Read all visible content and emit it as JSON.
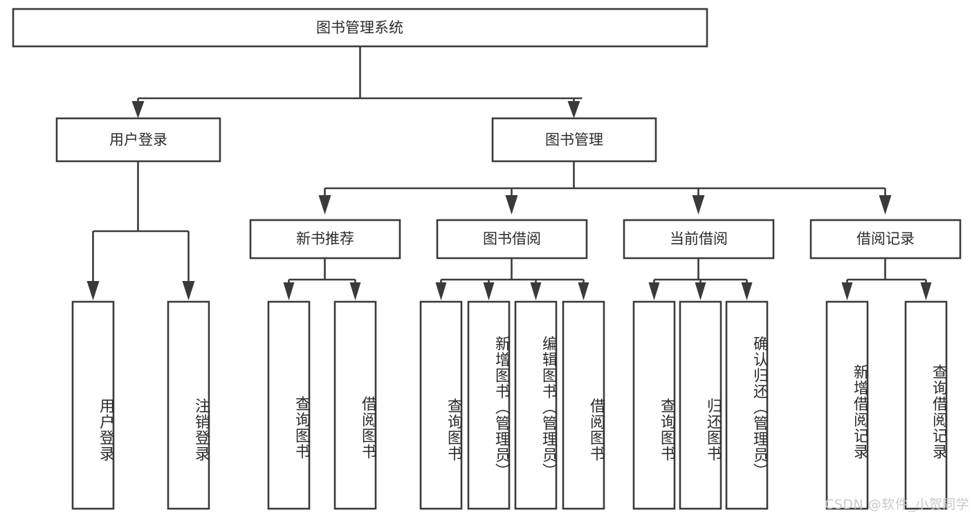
{
  "diagram": {
    "title": "图书管理系统",
    "type": "tree",
    "background_color": "#ffffff",
    "line_color": "#3a3a3a",
    "text_color": "#2b2b2b",
    "watermark": "CSDN @软件_小贺同学",
    "watermark_color": "#c9c9c9",
    "nodes": {
      "root": {
        "label": "图书管理系统",
        "orientation": "horizontal"
      },
      "level1": [
        {
          "id": "user-login",
          "label": "用户登录",
          "orientation": "horizontal"
        },
        {
          "id": "book-manage",
          "label": "图书管理",
          "orientation": "horizontal"
        }
      ],
      "level2": [
        {
          "id": "new-book-recommend",
          "label": "新书推荐",
          "orientation": "horizontal"
        },
        {
          "id": "book-borrow",
          "label": "图书借阅",
          "orientation": "horizontal"
        },
        {
          "id": "current-borrow",
          "label": "当前借阅",
          "orientation": "horizontal"
        },
        {
          "id": "borrow-record",
          "label": "借阅记录",
          "orientation": "horizontal"
        }
      ],
      "leaves": [
        {
          "id": "leaf-user-login",
          "label": "用户登录",
          "parent": "user-login",
          "orientation": "vertical"
        },
        {
          "id": "leaf-logout",
          "label": "注销登录",
          "parent": "user-login",
          "orientation": "vertical"
        },
        {
          "id": "leaf-query-book-1",
          "label": "查询图书",
          "parent": "new-book-recommend",
          "orientation": "vertical"
        },
        {
          "id": "leaf-borrow-book-1",
          "label": "借阅图书",
          "parent": "new-book-recommend",
          "orientation": "vertical"
        },
        {
          "id": "leaf-query-book-2",
          "label": "查询图书",
          "parent": "book-borrow",
          "orientation": "vertical"
        },
        {
          "id": "leaf-add-book",
          "label": "新增图书（管理员）",
          "parent": "book-borrow",
          "orientation": "vertical"
        },
        {
          "id": "leaf-edit-book",
          "label": "编辑图书（管理员）",
          "parent": "book-borrow",
          "orientation": "vertical"
        },
        {
          "id": "leaf-borrow-book-2",
          "label": "借阅图书",
          "parent": "book-borrow",
          "orientation": "vertical"
        },
        {
          "id": "leaf-query-book-3",
          "label": "查询图书",
          "parent": "current-borrow",
          "orientation": "vertical"
        },
        {
          "id": "leaf-return-book",
          "label": "归还图书",
          "parent": "current-borrow",
          "orientation": "vertical"
        },
        {
          "id": "leaf-confirm-return",
          "label": "确认归还（管理员）",
          "parent": "current-borrow",
          "orientation": "vertical"
        },
        {
          "id": "leaf-add-record",
          "label": "新增借阅记录",
          "parent": "borrow-record",
          "orientation": "vertical"
        },
        {
          "id": "leaf-query-record",
          "label": "查询借阅记录",
          "parent": "borrow-record",
          "orientation": "vertical"
        }
      ]
    }
  }
}
